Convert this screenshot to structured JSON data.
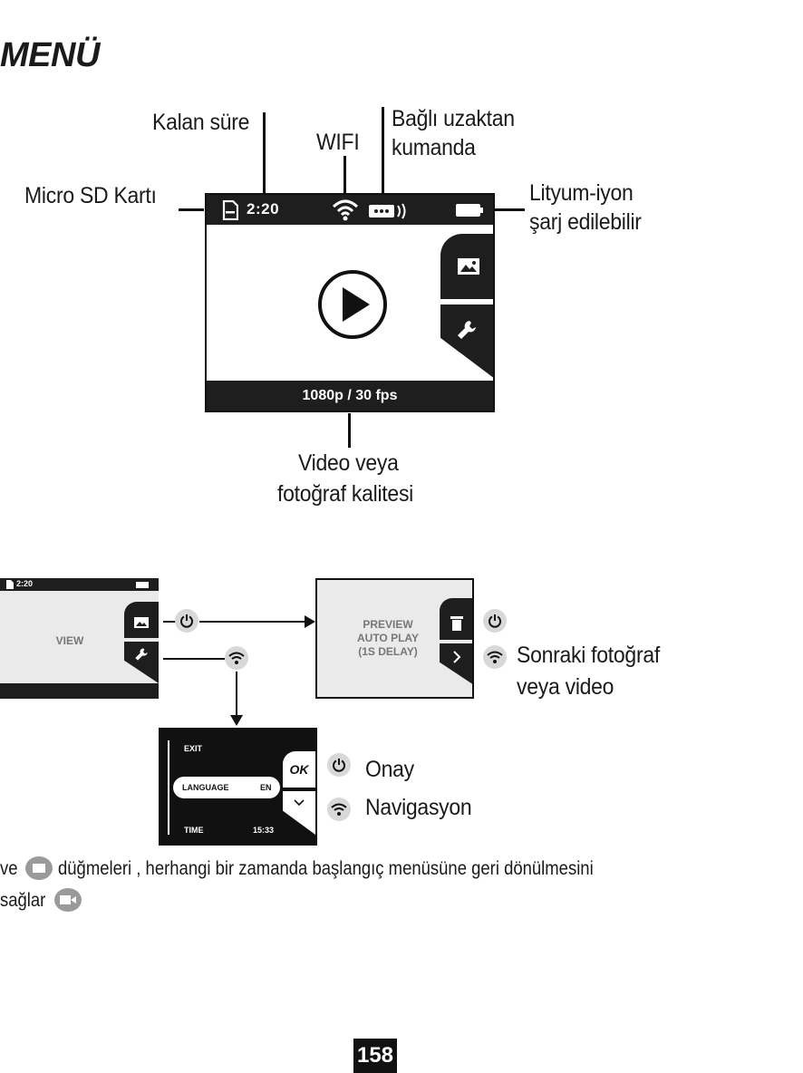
{
  "title": "MENÜ",
  "labels": {
    "kalan_sure": "Kalan süre",
    "wifi": "WIFI",
    "bagli_line1": "Bağlı uzaktan",
    "bagli_line2": "kumanda",
    "micro_sd": "Micro SD Kartı",
    "lityum_line1": "Lityum-iyon",
    "lityum_line2": "şarj edilebilir",
    "video_line1": "Video veya",
    "video_line2": "fotoğraf kalitesi"
  },
  "main_screen": {
    "time": "2:20",
    "quality": "1080p / 30 fps",
    "icons": [
      "sd-card-icon",
      "wifi-icon",
      "remote-icon",
      "battery-icon",
      "play-icon",
      "gallery-icon",
      "wrench-icon"
    ]
  },
  "view_screen": {
    "time": "2:20",
    "center_text": "VIEW"
  },
  "preview_screen": {
    "line1": "PREVIEW",
    "line2": "AUTO PLAY",
    "line3": "(1S DELAY)"
  },
  "preview_legend": {
    "next_line1": "Sonraki fotoğraf",
    "next_line2": "veya video"
  },
  "settings_screen": {
    "row1": "EXIT",
    "row2_label": "LANGUAGE",
    "row2_value": "EN",
    "row3_label": "TIME",
    "row3_value": "15:33",
    "ok_label": "OK"
  },
  "settings_legend": {
    "confirm": "Onay",
    "navigation": "Navigasyon"
  },
  "footer_text": {
    "line1_a": "ve",
    "line1_b": "düğmeleri , herhangi bir zamanda başlangıç menüsüne geri dönülmesini",
    "line2": "sağlar"
  },
  "page_number": "158",
  "colors": {
    "screen_dark": "#1e1e1e",
    "chip_gray": "#d8d8d8",
    "faded_text": "#777777"
  }
}
